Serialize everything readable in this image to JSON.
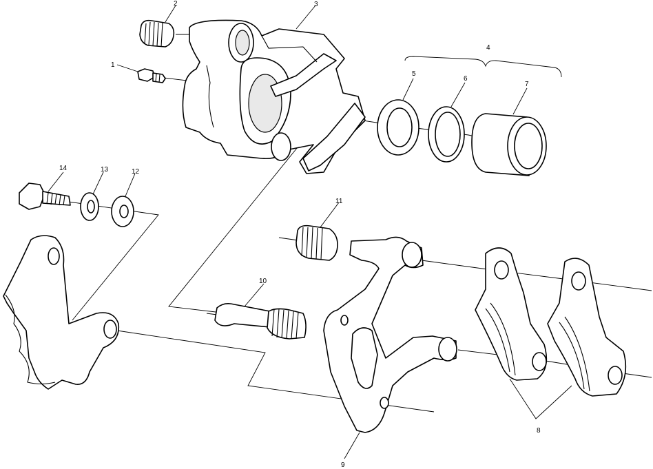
{
  "callouts": [
    {
      "id": "1",
      "text": "1"
    },
    {
      "id": "2",
      "text": "2"
    },
    {
      "id": "3",
      "text": "3"
    },
    {
      "id": "4",
      "text": "4"
    },
    {
      "id": "5",
      "text": "5"
    },
    {
      "id": "6",
      "text": "6"
    },
    {
      "id": "7",
      "text": "7"
    },
    {
      "id": "8",
      "text": "8"
    },
    {
      "id": "9",
      "text": "9"
    },
    {
      "id": "10",
      "text": "10"
    },
    {
      "id": "11",
      "text": "11"
    },
    {
      "id": "12",
      "text": "12"
    },
    {
      "id": "13",
      "text": "13"
    },
    {
      "id": "14",
      "text": "14"
    }
  ],
  "colors": {
    "line": "#000000",
    "background": "#ffffff",
    "shade": "#e9e9e9"
  }
}
